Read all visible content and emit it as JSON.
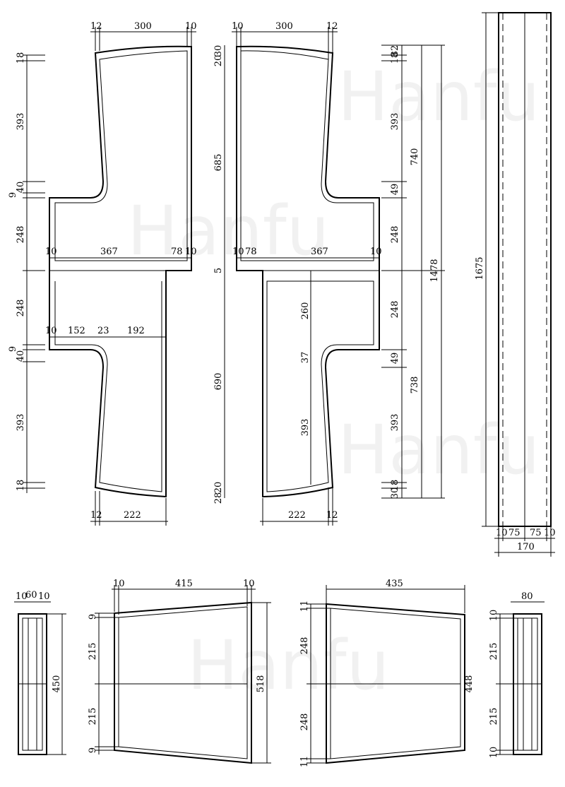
{
  "watermark": "Hanfu",
  "pieces": {
    "left_body": {
      "top_12": "12",
      "top_300": "300",
      "top_10": "10",
      "l_18a": "18",
      "l_393a": "393",
      "l_40a": "40",
      "l_9a": "9",
      "l_248a": "248",
      "l_248b": "248",
      "l_9b": "9",
      "l_40b": "40",
      "l_393b": "393",
      "l_18b": "18",
      "w_10a": "10",
      "w_367": "367",
      "w_78": "78",
      "w_10b": "10",
      "w_10c": "10",
      "w_152": "152",
      "w_23": "23",
      "w_192": "192",
      "bot_12": "12",
      "bot_222": "222"
    },
    "right_body": {
      "top_10": "10",
      "top_300": "300",
      "top_12": "12",
      "l_30": "30",
      "l_20": "20",
      "l_685": "685",
      "l_5": "5",
      "l_690": "690",
      "l_20b": "20",
      "l_28": "28",
      "w_10a": "10",
      "w_78": "78",
      "w_367": "367",
      "w_10b": "10",
      "i_260": "260",
      "i_37": "37",
      "i_393": "393",
      "r_32": "32",
      "r_18a": "18",
      "r_393a": "393",
      "r_49a": "49",
      "r_248a": "248",
      "r_248b": "248",
      "r_49b": "49",
      "r_393b": "393",
      "r_30": "30",
      "r_18b": "18",
      "r_740": "740",
      "r_738": "738",
      "r_1478": "1478",
      "bot_222": "222",
      "bot_12": "12"
    },
    "strip": {
      "height": "1675",
      "w_10a": "10",
      "w_75a": "75",
      "w_75b": "75",
      "w_10b": "10",
      "w_170": "170"
    },
    "small_left": {
      "w_10a": "10",
      "w_60": "60",
      "w_10b": "10",
      "height": "450"
    },
    "trap_left": {
      "top_10a": "10",
      "top_415": "415",
      "top_10b": "10",
      "l_9a": "9",
      "l_215a": "215",
      "l_215b": "215",
      "l_9b": "9",
      "height": "518"
    },
    "trap_right": {
      "top_435": "435",
      "l_11a": "11",
      "l_248a": "248",
      "l_248b": "248",
      "l_11b": "11",
      "height": "448"
    },
    "small_right": {
      "width": "80",
      "r_10a": "10",
      "r_215a": "215",
      "r_215b": "215",
      "r_10b": "10"
    }
  }
}
